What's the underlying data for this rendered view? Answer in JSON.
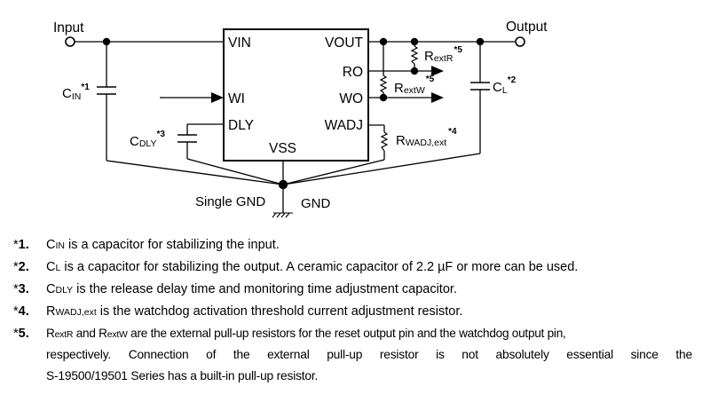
{
  "diagram": {
    "terminals": {
      "input": "Input",
      "output": "Output",
      "single_gnd": "Single GND",
      "gnd": "GND"
    },
    "ic_pins": {
      "vin": "VIN",
      "vout": "VOUT",
      "ro": "RO",
      "wi": "WI",
      "wo": "WO",
      "dly": "DLY",
      "wadj": "WADJ",
      "vss": "VSS"
    },
    "components": {
      "cin": {
        "main": "C",
        "sub": "IN",
        "note": "*1"
      },
      "cl": {
        "main": "C",
        "sub": "L",
        "note": "*2"
      },
      "cdly": {
        "main": "C",
        "sub": "DLY",
        "note": "*3"
      },
      "rwadj": {
        "main": "R",
        "sub": "WADJ,ext",
        "note": "*4"
      },
      "rextr": {
        "main": "R",
        "sub": "extR",
        "note": "*5"
      },
      "rextw": {
        "main": "R",
        "sub": "extW",
        "note": "*5"
      }
    }
  },
  "notes": [
    {
      "star": "*",
      "num": "1.",
      "sym_main": "C",
      "sym_sub": "IN",
      "text": " is a capacitor for stabilizing the input."
    },
    {
      "star": "*",
      "num": "2.",
      "sym_main": "C",
      "sym_sub": "L",
      "text": " is a capacitor for stabilizing the output. A ceramic capacitor of 2.2 µF or more can be used."
    },
    {
      "star": "*",
      "num": "3.",
      "sym_main": "C",
      "sym_sub": "DLY",
      "text": " is the release delay time and monitoring time adjustment capacitor."
    },
    {
      "star": "*",
      "num": "4.",
      "sym_main": "R",
      "sym_sub": "WADJ,ext",
      "text": " is the watchdog activation threshold current adjustment resistor."
    },
    {
      "star": "*",
      "num": "5.",
      "sym1_main": "R",
      "sym1_sub": "extR",
      "mid": " and ",
      "sym2_main": "R",
      "sym2_sub": "extW",
      "line1": " are the external pull-up resistors for the reset output pin and the watchdog output pin,",
      "line2": "respectively. Connection of the external pull-up resistor is not absolutely essential since the",
      "line3": "S-19500/19501 Series has a built-in pull-up resistor."
    }
  ]
}
